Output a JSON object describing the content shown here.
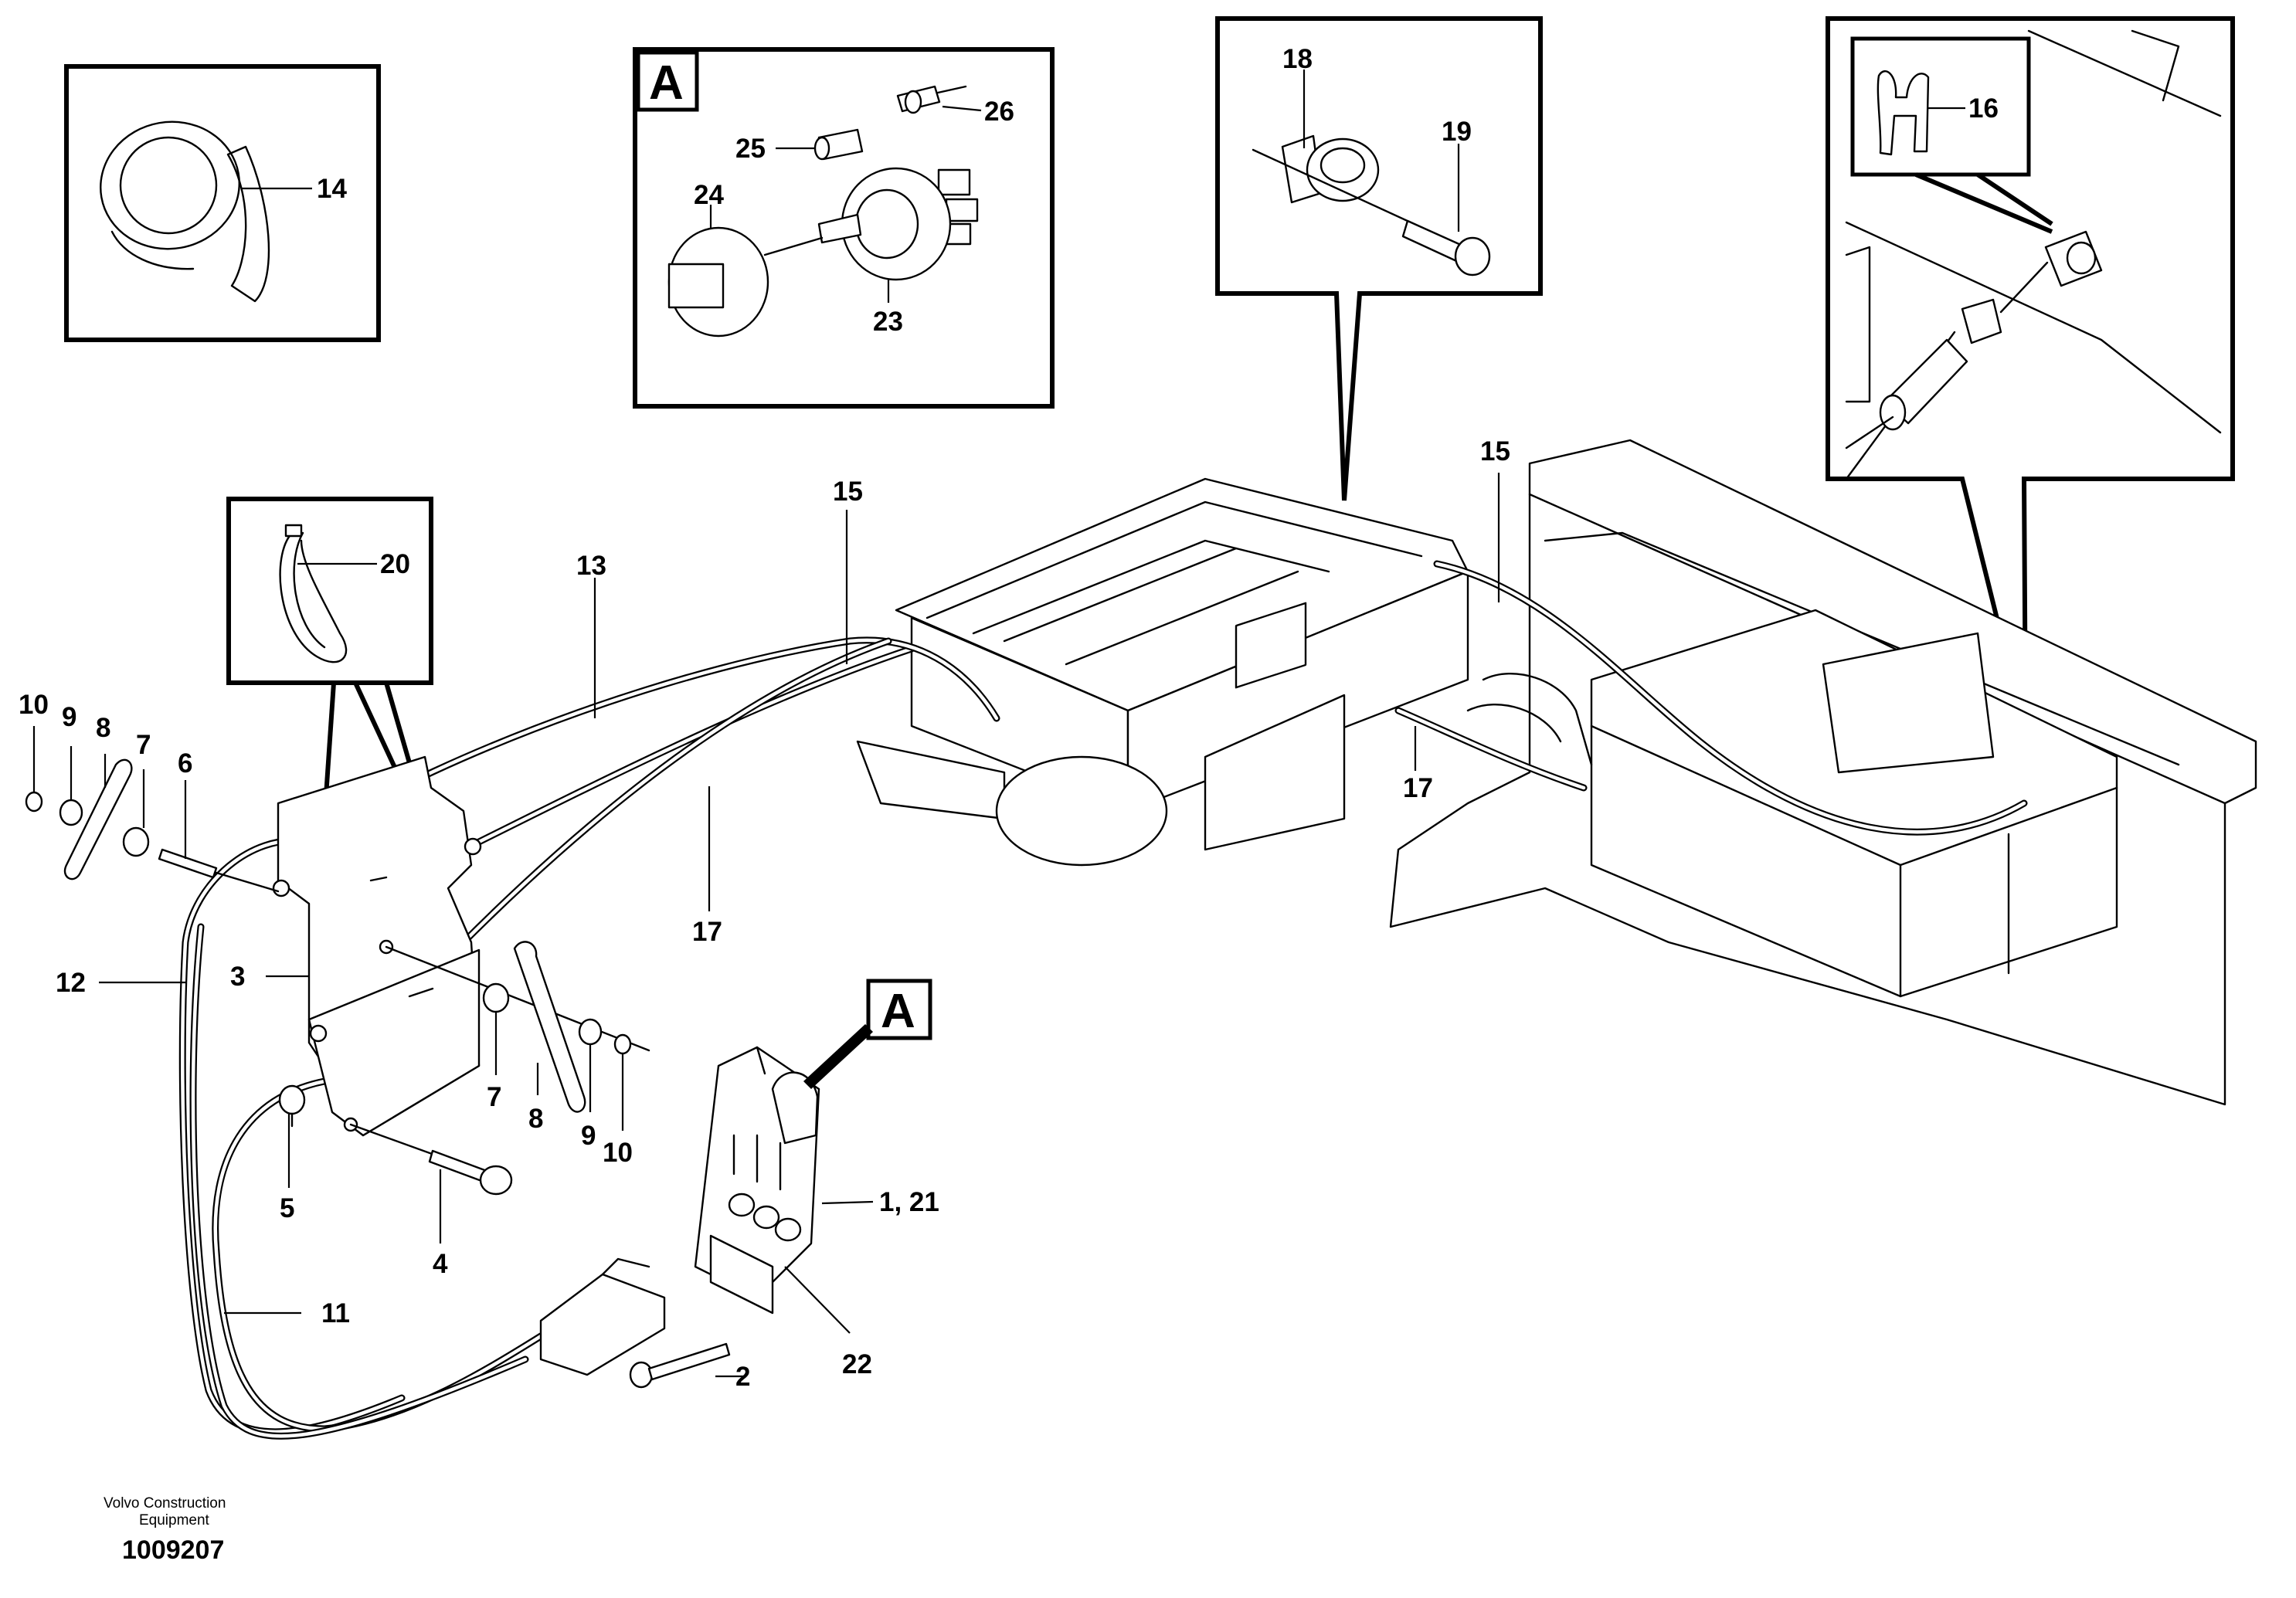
{
  "footer": {
    "brand_line1": "Volvo Construction",
    "brand_line2": "Equipment",
    "drawing_id": "1009207"
  },
  "detail_callout_letter": "A",
  "parts": {
    "p1_21": "1, 21",
    "p2": "2",
    "p3": "3",
    "p4": "4",
    "p5": "5",
    "p6": "6",
    "p7": "7",
    "p8": "8",
    "p9": "9",
    "p10": "10",
    "p11": "11",
    "p12": "12",
    "p13": "13",
    "p14": "14",
    "p15": "15",
    "p16": "16",
    "p17": "17",
    "p18": "18",
    "p19": "19",
    "p20": "20",
    "p22": "22",
    "p23": "23",
    "p24": "24",
    "p25": "25",
    "p26": "26"
  }
}
